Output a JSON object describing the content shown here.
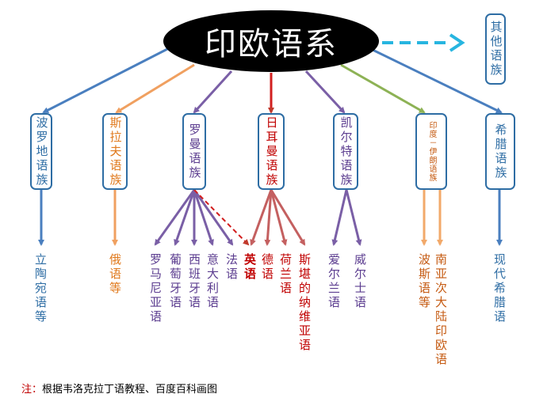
{
  "root": {
    "label": "印欧语系"
  },
  "other": {
    "label": "其他语族",
    "color": "#2e6da4"
  },
  "branches": [
    {
      "id": "baltic",
      "label": "波罗地语族",
      "color": "#2e6da4"
    },
    {
      "id": "slavic",
      "label": "斯拉夫语族",
      "color": "#e07a1e"
    },
    {
      "id": "romance",
      "label": "罗曼语族",
      "color": "#5b3c8f"
    },
    {
      "id": "germanic",
      "label": "日耳曼语族",
      "color": "#c00000"
    },
    {
      "id": "celtic",
      "label": "凯尔特语族",
      "color": "#5b3c8f"
    },
    {
      "id": "indoiran",
      "label": "印度－伊朗语族",
      "color": "#c55a11"
    },
    {
      "id": "greek",
      "label": "希腊语族",
      "color": "#2e6da4"
    }
  ],
  "leaves": [
    {
      "id": "lithuanian",
      "label": "立陶宛语等",
      "color": "#2e6da4"
    },
    {
      "id": "russian",
      "label": "俄语等",
      "color": "#e07a1e"
    },
    {
      "id": "romanian",
      "label": "罗马尼亚语",
      "color": "#5b3c8f"
    },
    {
      "id": "portuguese",
      "label": "葡萄牙语",
      "color": "#5b3c8f"
    },
    {
      "id": "spanish",
      "label": "西班牙语",
      "color": "#5b3c8f"
    },
    {
      "id": "italian",
      "label": "意大利语",
      "color": "#5b3c8f"
    },
    {
      "id": "french",
      "label": "法语",
      "color": "#5b3c8f"
    },
    {
      "id": "english",
      "label": "英语",
      "color": "#c00000"
    },
    {
      "id": "german",
      "label": "德语",
      "color": "#c00000"
    },
    {
      "id": "dutch",
      "label": "荷兰语",
      "color": "#c00000"
    },
    {
      "id": "scandinavian",
      "label": "斯堪的纳维亚语",
      "color": "#c00000"
    },
    {
      "id": "irish",
      "label": "爱尔兰语",
      "color": "#5b3c8f"
    },
    {
      "id": "welsh",
      "label": "威尔士语",
      "color": "#5b3c8f"
    },
    {
      "id": "persian",
      "label": "波斯语等",
      "color": "#c55a11"
    },
    {
      "id": "southasian",
      "label": "南亚次大陆印欧语",
      "color": "#c55a11"
    },
    {
      "id": "greek_mod",
      "label": "现代希腊语",
      "color": "#2e6da4"
    }
  ],
  "note": {
    "lead": "注：",
    "text": "根据韦洛克拉丁语教程、百度百科画图"
  }
}
